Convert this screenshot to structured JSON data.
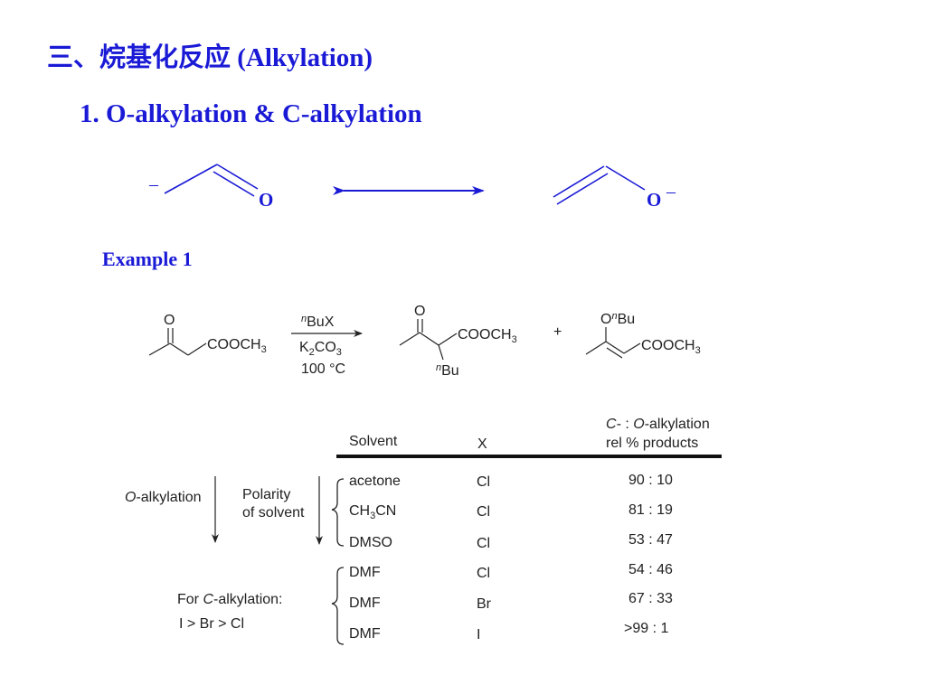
{
  "title": {
    "main": "三、烷基化反应 (Alkylation)"
  },
  "heading": "1.  O-alkylation & C-alkylation",
  "resonance": {
    "left_charge": "–",
    "left_atom": "O",
    "right_atom": "O",
    "right_charge": "–"
  },
  "example_label": "Example 1",
  "reaction": {
    "reactant_o": "O",
    "reactant_ester": "COOCH",
    "reactant_ester_sub": "3",
    "reagent_prefix": "n",
    "reagent_main": "BuX",
    "base_k": "K",
    "base_sub1": "2",
    "base_co": "CO",
    "base_sub2": "3",
    "temperature": "100 °C",
    "product1_o": "O",
    "product1_ester": "COOCH",
    "product1_ester_sub": "3",
    "product1_sub_prefix": "n",
    "product1_sub_main": "Bu",
    "plus": "+",
    "product2_o": "O",
    "product2_sub_prefix": "n",
    "product2_sub_main": "Bu",
    "product2_ester": "COOCH",
    "product2_ester_sub": "3"
  },
  "table": {
    "header_ratio_c": "C-",
    "header_ratio_colon": " : ",
    "header_ratio_o": "O",
    "header_ratio_rest": "-alkylation",
    "header_products": "rel % products",
    "header_solvent": "Solvent",
    "header_x": "X",
    "rows": [
      {
        "solvent": "acetone",
        "x": "Cl",
        "ratio": "90  :  10"
      },
      {
        "solvent_main": "CH",
        "solvent_sub": "3",
        "solvent_end": "CN",
        "x": "Cl",
        "ratio": "81  :  19"
      },
      {
        "solvent": "DMSO",
        "x": "Cl",
        "ratio": "53  :  47"
      },
      {
        "solvent": "DMF",
        "x": "Cl",
        "ratio": "54  :  46"
      },
      {
        "solvent": "DMF",
        "x": "Br",
        "ratio": "67  :  33"
      },
      {
        "solvent": "DMF",
        "x": "I",
        "ratio": ">99  :  1"
      }
    ]
  },
  "annotations": {
    "o_alk_italic": "O",
    "o_alk_rest": "-alkylation",
    "polarity_line1": "Polarity",
    "polarity_line2": "of solvent",
    "c_alk_prefix": "For ",
    "c_alk_italic": "C",
    "c_alk_rest": "-alkylation:",
    "halide_order": "I > Br > Cl"
  },
  "colors": {
    "accent": "#1a1ad6",
    "text": "#222222"
  }
}
